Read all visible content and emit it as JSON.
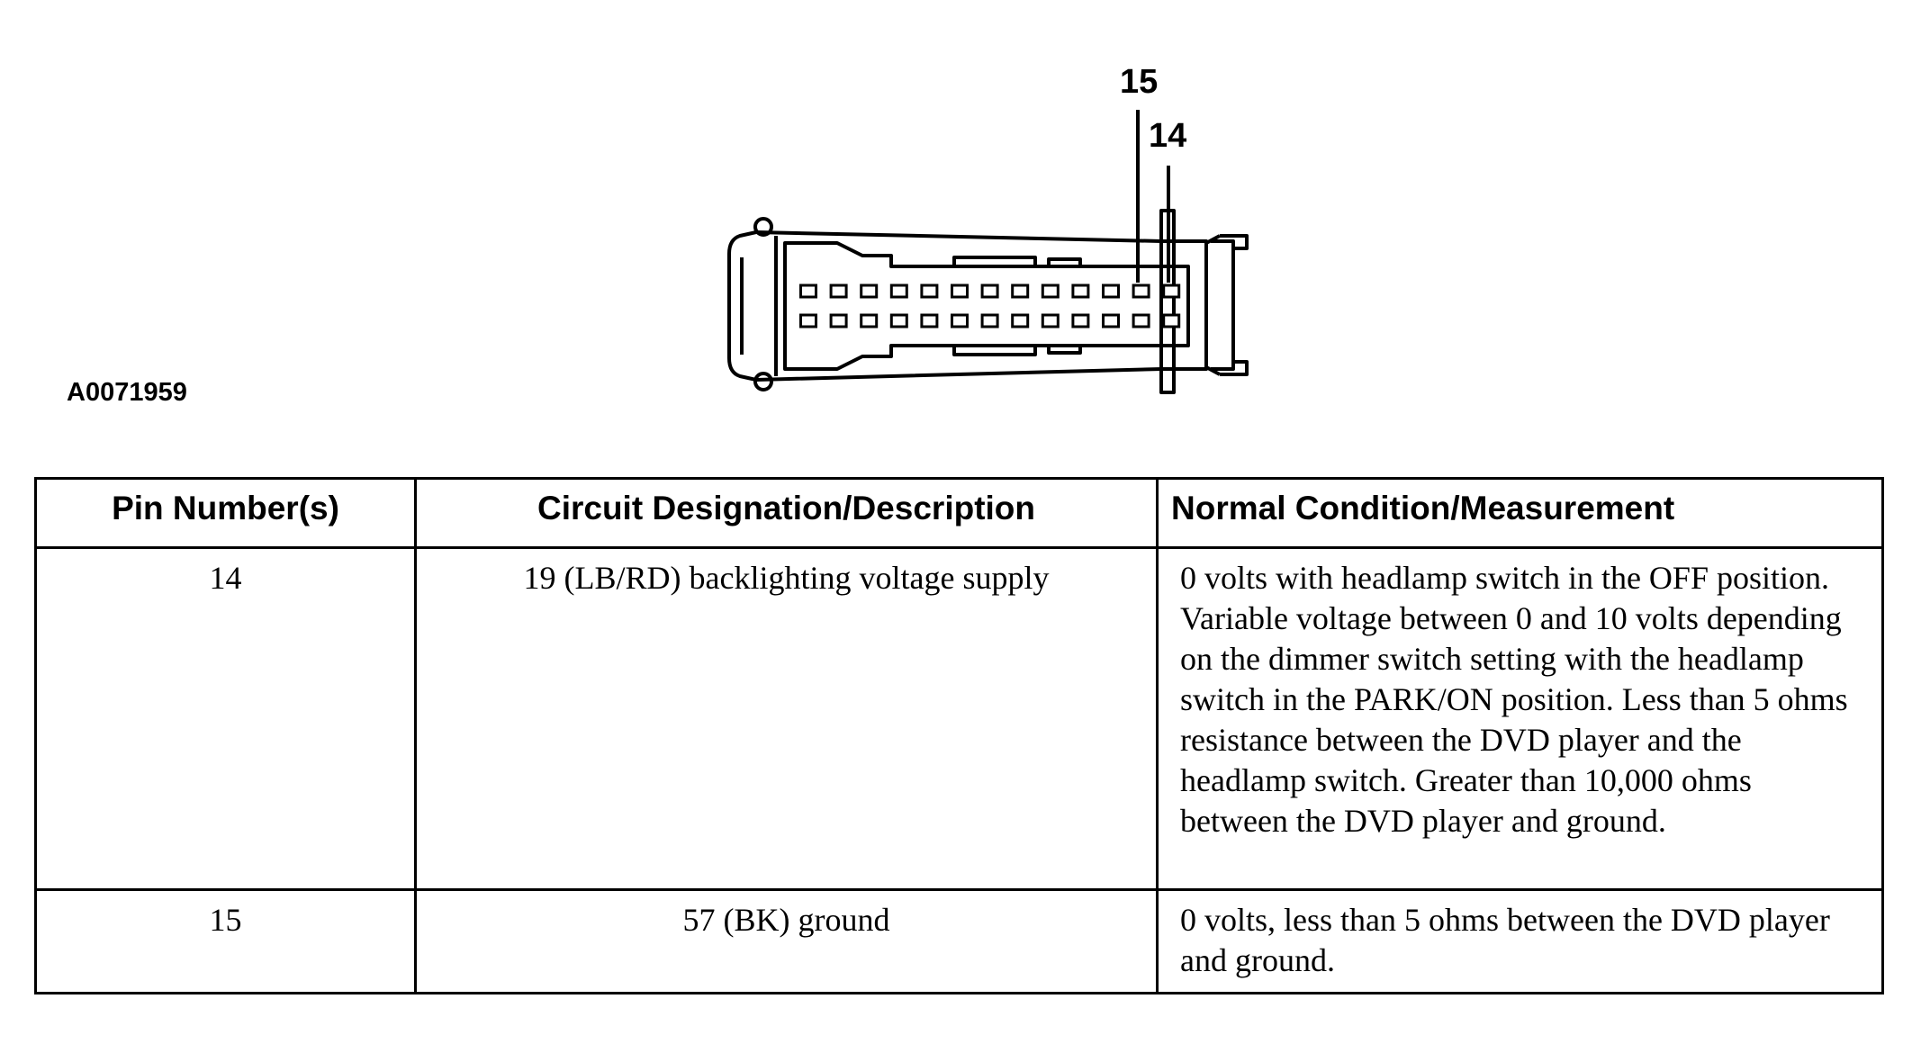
{
  "figure_id": "A0071959",
  "connector": {
    "pin_callouts": [
      "15",
      "14"
    ],
    "cavities_per_row": 13,
    "rows": 2
  },
  "table": {
    "headers": [
      "Pin Number(s)",
      "Circuit Designation/Description",
      "Normal Condition/Measurement"
    ],
    "rows": [
      {
        "pin": "14",
        "circuit": "19 (LB/RD) backlighting voltage supply",
        "condition": "0 volts with headlamp switch in the OFF position. Variable voltage between 0 and 10 volts depending on the dimmer switch setting with the headlamp switch in the PARK/ON position. Less than 5 ohms resistance between the DVD player and the headlamp switch. Greater than 10,000 ohms between the DVD player and ground."
      },
      {
        "pin": "15",
        "circuit": "57 (BK) ground",
        "condition": "0 volts, less than 5 ohms between the DVD player and ground."
      }
    ]
  }
}
